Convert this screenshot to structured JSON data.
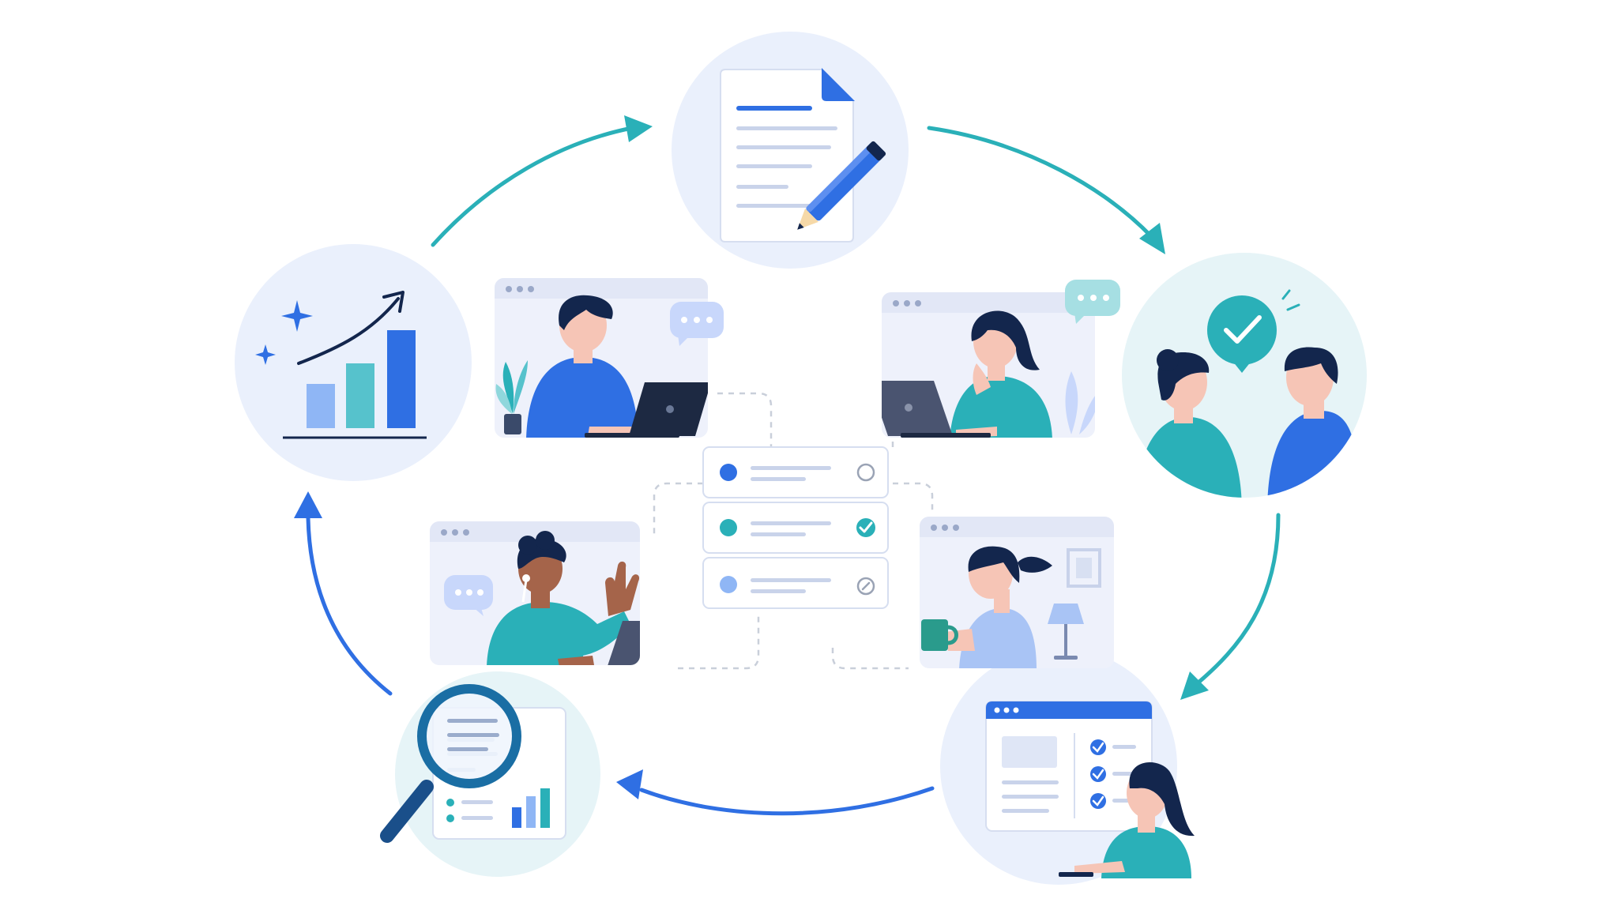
{
  "colors": {
    "background": "#ffffff",
    "node_fill": "#eaf0fc",
    "node_fill_teal": "#e6f4f7",
    "blue": "#2f6fe3",
    "teal": "#2ab0b8",
    "light_blue": "#8fb6f5",
    "navy": "#13264d",
    "skin": "#f6c5b6",
    "skin_dark": "#a5644a",
    "line_gray": "#c9cfda",
    "window_fill": "#eef1fb",
    "window_bar": "#e2e7f6"
  },
  "cycle": {
    "nodes": [
      {
        "id": "document",
        "icon": "document-with-pencil-icon"
      },
      {
        "id": "approval",
        "icon": "two-people-with-checkmark-bubble-icon"
      },
      {
        "id": "tasks",
        "icon": "checklist-window-with-person-icon"
      },
      {
        "id": "review",
        "icon": "magnifying-glass-over-report-icon"
      },
      {
        "id": "growth",
        "icon": "rising-bar-chart-icon"
      }
    ],
    "arrow_directions": [
      "clockwise"
    ]
  },
  "center": {
    "task_rows": [
      {
        "dot_color": "#2f6fe3",
        "status_icon": "empty-circle-icon"
      },
      {
        "dot_color": "#2ab0b8",
        "status_icon": "teal-check-circle-icon"
      },
      {
        "dot_color": "#8fb6f5",
        "status_icon": "pending-circle-icon"
      }
    ]
  },
  "participants": [
    {
      "id": "man-laptop",
      "shirt": "#2f6fe3",
      "icon": "chat-bubble-icon"
    },
    {
      "id": "woman-laptop",
      "shirt": "#2ab0b8",
      "icon": "chat-bubble-icon"
    },
    {
      "id": "man-waving",
      "shirt": "#2ab0b8",
      "icon": "chat-bubble-icon"
    },
    {
      "id": "woman-coffee",
      "shirt": "#a9c4f5",
      "icon": "coffee-mug-icon"
    }
  ]
}
